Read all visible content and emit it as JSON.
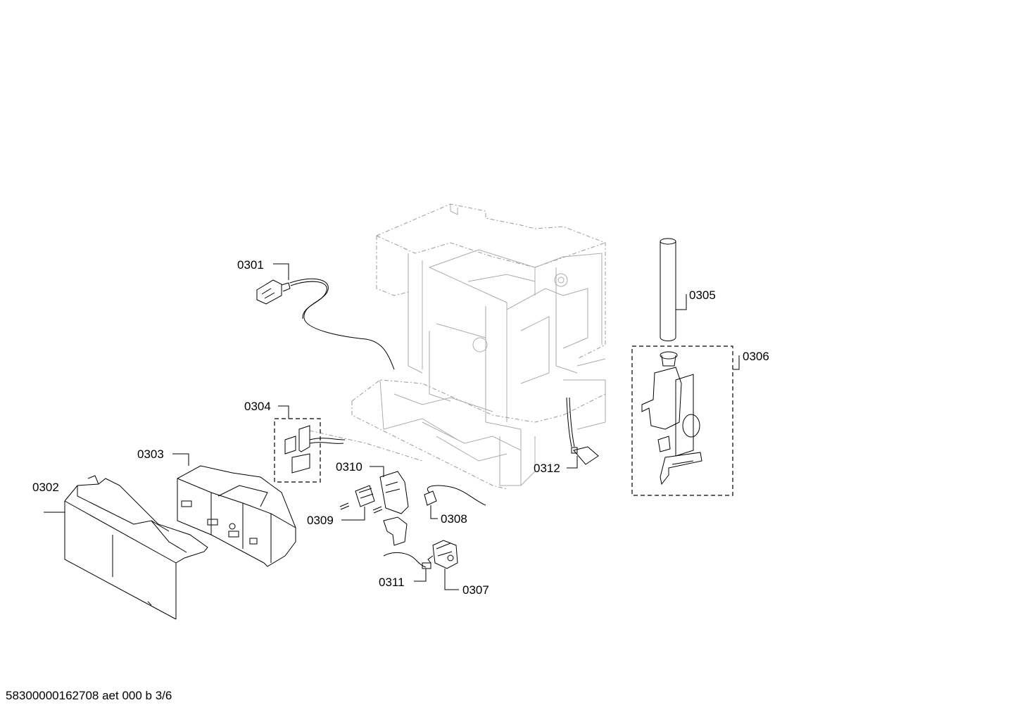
{
  "parts": {
    "p0301": "0301",
    "p0302": "0302",
    "p0303": "0303",
    "p0304": "0304",
    "p0305": "0305",
    "p0306": "0306",
    "p0307": "0307",
    "p0308": "0308",
    "p0309": "0309",
    "p0310": "0310",
    "p0311": "0311",
    "p0312": "0312"
  },
  "footer": {
    "doc_id": "58300000162708 aet 000 b 3/6"
  }
}
